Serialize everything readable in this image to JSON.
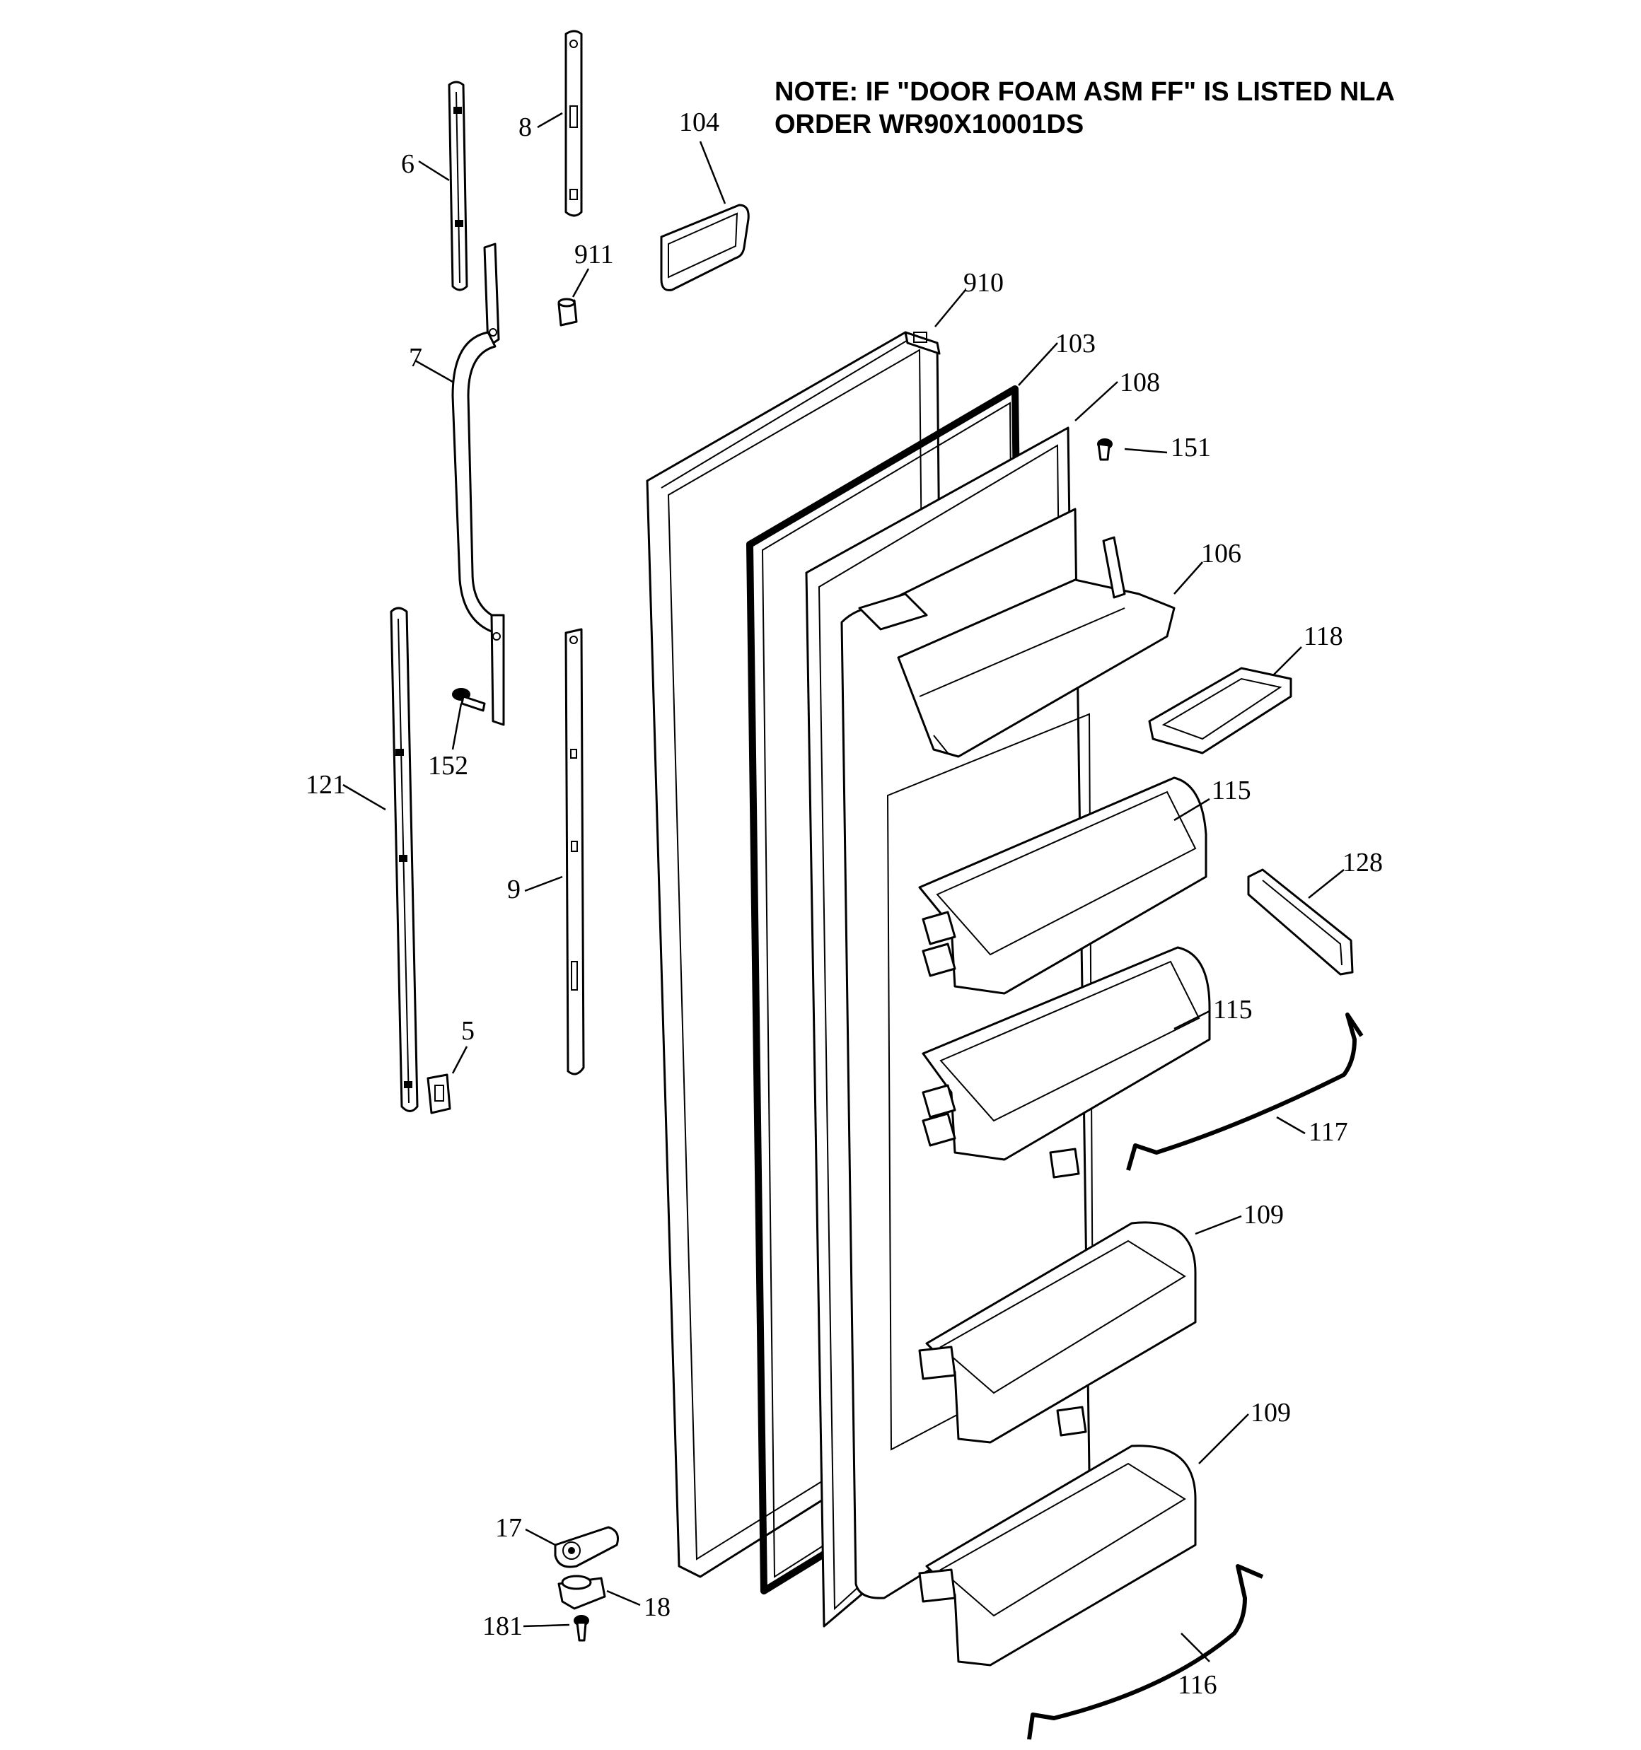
{
  "note": {
    "line1": "NOTE: IF \"DOOR FOAM ASM FF\" IS LISTED NLA",
    "line2": "ORDER WR90X10001DS"
  },
  "callouts": {
    "p6": "6",
    "p8": "8",
    "p104": "104",
    "p911": "911",
    "p910": "910",
    "p7": "7",
    "p103": "103",
    "p108": "108",
    "p151": "151",
    "p106": "106",
    "p118": "118",
    "p152": "152",
    "p121": "121",
    "p115a": "115",
    "p128": "128",
    "p9": "9",
    "p5": "5",
    "p115b": "115",
    "p117": "117",
    "p109a": "109",
    "p109b": "109",
    "p17": "17",
    "p18": "18",
    "p181": "181",
    "p116": "116"
  }
}
